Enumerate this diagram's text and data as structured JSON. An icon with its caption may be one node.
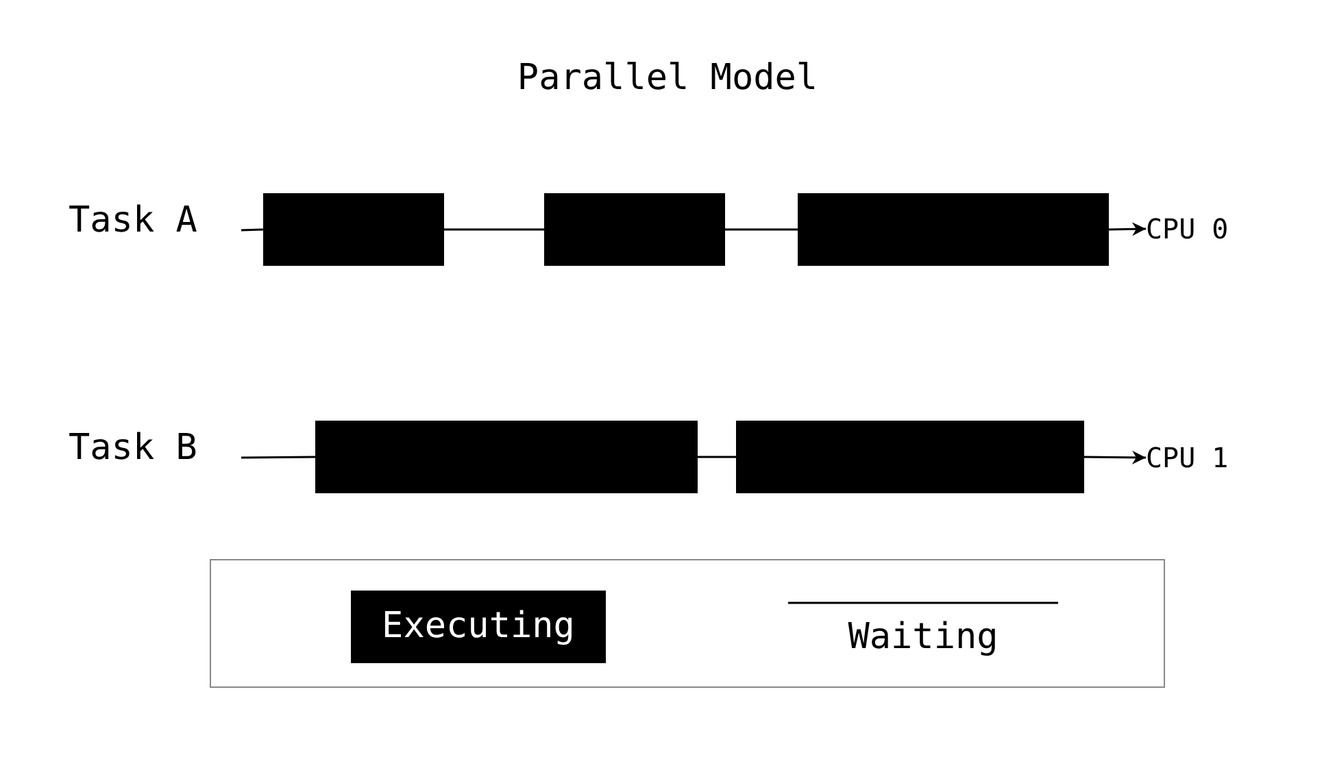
{
  "diagram": {
    "title": "Parallel Model",
    "nodes": [
      {
        "text": [],
        "shape": "bar"
      },
      {
        "text": [],
        "shape": "bar"
      },
      {
        "text": [],
        "shape": "bar"
      },
      {
        "text": [
          "CPU 0"
        ]
      },
      {
        "text": [],
        "shape": "bar"
      },
      {
        "text": [],
        "shape": "bar"
      },
      {
        "text": [
          "CPU 1"
        ]
      }
    ],
    "edges": [
      {
        "from": null,
        "to": 0,
        "arrow": "none"
      },
      {
        "from": 0,
        "to": 1,
        "arrow": "none"
      },
      {
        "from": 1,
        "to": 2,
        "arrow": "none"
      },
      {
        "from": 2,
        "to": 3,
        "arrow": "to"
      },
      {
        "from": null,
        "to": 4,
        "arrow": "none"
      },
      {
        "from": 4,
        "to": 5,
        "arrow": "none"
      },
      {
        "from": 5,
        "to": 6,
        "arrow": "to"
      }
    ],
    "labels": [
      "Task A",
      "Task B"
    ],
    "legend": [
      {
        "text": "Executing",
        "color": "#000000"
      },
      {
        "text": "Waiting"
      }
    ]
  }
}
